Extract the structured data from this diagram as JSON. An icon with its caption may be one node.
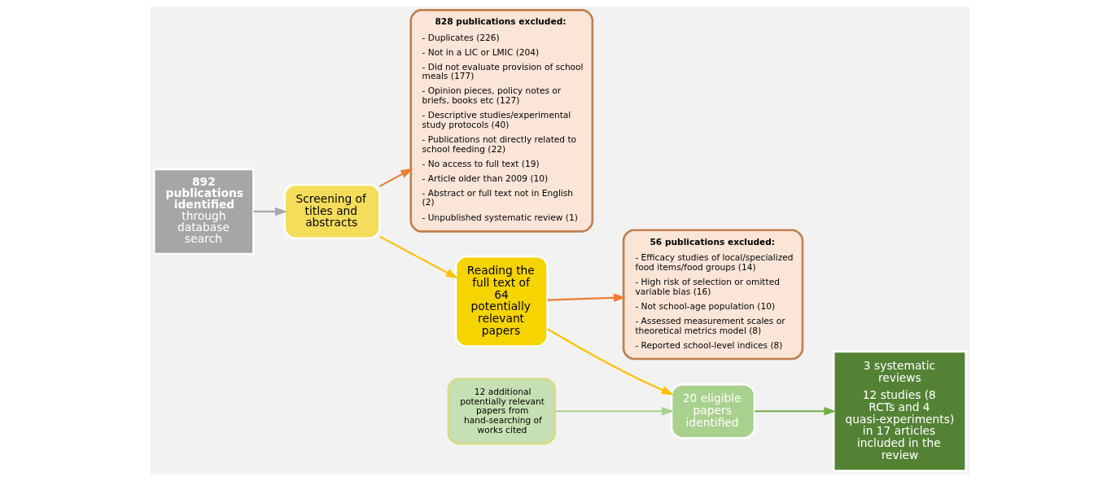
{
  "diagram": {
    "nodes": [
      {
        "text": [
          "**892 publications identified** through database search"
        ]
      },
      {
        "text": [
          "Screening of titles and abstracts"
        ]
      },
      {
        "text": [
          "828 publications excluded:",
          "- Duplicates (226)",
          "- Not in a LIC or LMIC (204)",
          "- Did not evaluate provision of school meals (177)",
          "- Opinion pieces, policy notes or briefs, books etc (127)",
          "- Descriptive studies/experimental study protocols (40)",
          "- Publications not directly related to school feeding (22)",
          "- No access to full text (19)",
          "- Article older than 2009 (10)",
          "- Abstract or full text not in English (2)",
          "- Unpublished systematic review (1)"
        ]
      },
      {
        "text": [
          "Reading the full text of 64 potentially relevant papers"
        ]
      },
      {
        "text": [
          "12 additional potentially relevant papers from hand-searching of works cited"
        ]
      },
      {
        "text": [
          "56 publications excluded:",
          "- Efficacy studies of local/specialized food items/food groups (14)",
          "- High risk of selection or omitted variable bias (16)",
          "- Not school-age population (10)",
          "- Assessed measurement scales or theoretical metrics model (8)",
          "- Reported school-level indices (8)"
        ]
      },
      {
        "text": [
          "20 eligible papers identified"
        ]
      },
      {
        "text": [
          "3 systematic reviews",
          "12 studies (8 RCTs and 4 quasi-experiments) in 17 articles included in the review"
        ]
      }
    ],
    "edges": [
      {
        "from": 0,
        "to": 1,
        "arrow": "to",
        "color": "#a6a6a6"
      },
      {
        "from": 1,
        "to": 3,
        "arrow": "to",
        "color": "#ffc000"
      },
      {
        "from": 1,
        "to": 2,
        "arrow": "to",
        "color": "#ed7d31"
      },
      {
        "from": 3,
        "to": 6,
        "arrow": "to",
        "color": "#ffc000"
      },
      {
        "from": 4,
        "to": 6,
        "arrow": "to",
        "color": "#a9d18e"
      },
      {
        "from": 3,
        "to": 5,
        "arrow": "to",
        "color": "#ed7d31"
      },
      {
        "from": 6,
        "to": 7,
        "arrow": "to",
        "color": "#70ad47"
      }
    ]
  }
}
